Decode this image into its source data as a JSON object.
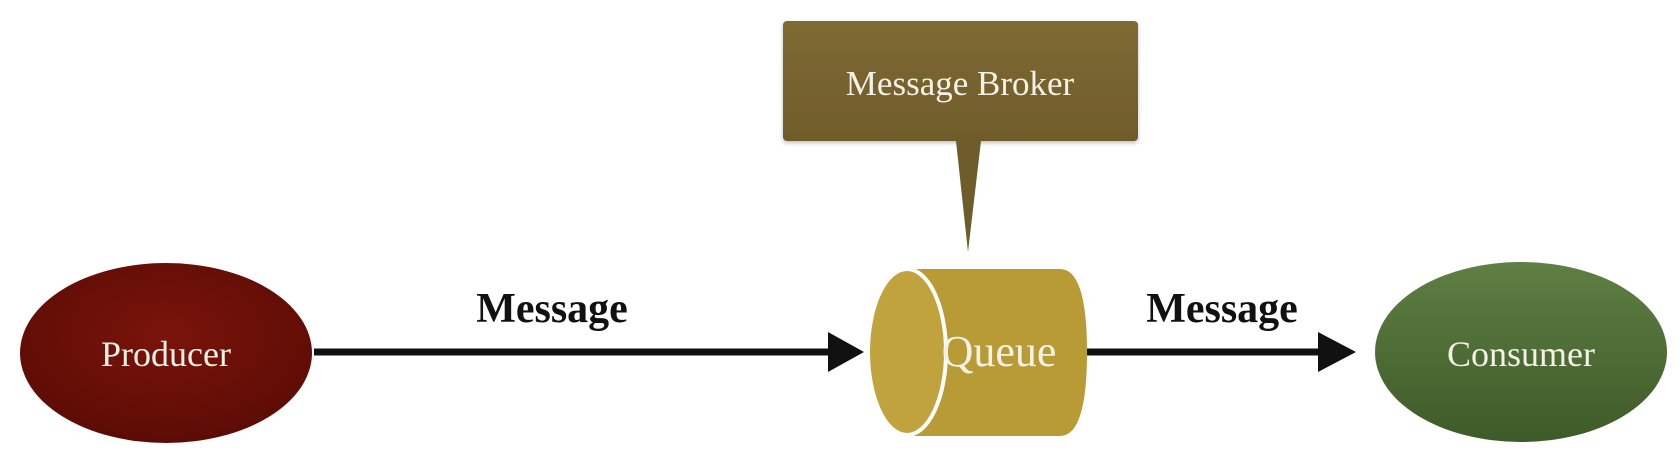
{
  "diagram": {
    "nodes": {
      "producer": {
        "label": "Producer",
        "color": "#6b0f07"
      },
      "queue": {
        "label": "Queue",
        "color": "#b89b35"
      },
      "consumer": {
        "label": "Consumer",
        "color": "#4c6a33"
      },
      "broker": {
        "label": "Message Broker",
        "color": "#7a6630"
      }
    },
    "edges": [
      {
        "from": "producer",
        "to": "queue",
        "label": "Message"
      },
      {
        "from": "queue",
        "to": "consumer",
        "label": "Message"
      }
    ],
    "colors": {
      "arrow": "#111111",
      "text_light": "#f4f1e6",
      "text_dark": "#111111"
    }
  }
}
